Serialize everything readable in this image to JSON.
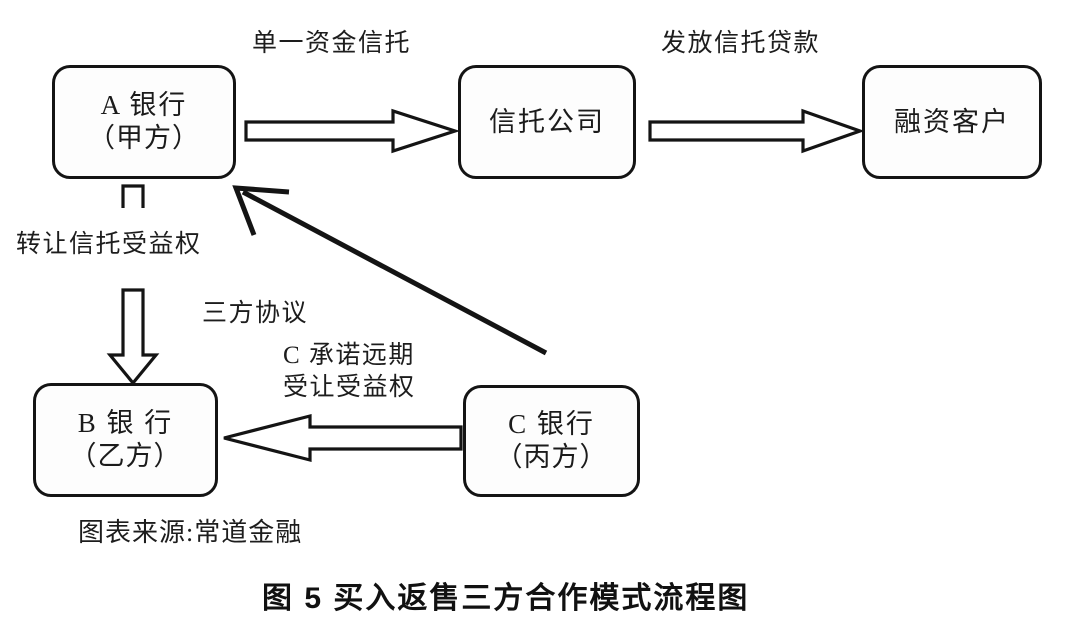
{
  "figure": {
    "background": "#ffffff",
    "line_color": "#141414",
    "nodes": [
      {
        "id": "bank-a",
        "line1": "A 银行",
        "line2": "（甲方）"
      },
      {
        "id": "trust-company",
        "line1": "信托公司",
        "line2": ""
      },
      {
        "id": "borrower",
        "line1": "融资客户",
        "line2": ""
      },
      {
        "id": "bank-b",
        "line1": "B 银 行",
        "line2": "（乙方）"
      },
      {
        "id": "bank-c",
        "line1": "C 银行",
        "line2": "（丙方）"
      }
    ],
    "edge_labels": [
      {
        "id": "single-fund-trust",
        "text": "单一资金信托"
      },
      {
        "id": "issue-trust-loan",
        "text": "发放信托贷款"
      },
      {
        "id": "transfer-beneficiary",
        "text": "转让信托受益权"
      },
      {
        "id": "tripartite-agreement",
        "text": "三方协议"
      },
      {
        "id": "c-forward-promise-line1",
        "text": "C 承诺远期"
      },
      {
        "id": "c-forward-promise-line2",
        "text": "受让受益权"
      }
    ],
    "source_note": "图表来源:常道金融",
    "title": "图 5   买入返售三方合作模式流程图"
  }
}
